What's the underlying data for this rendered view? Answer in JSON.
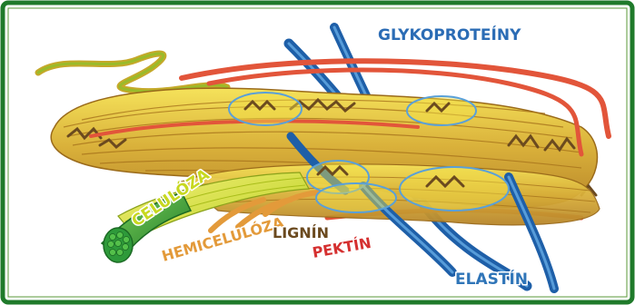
{
  "labels": {
    "glykoproteiny": "GLYKOPROTEÍNY",
    "celuloza": "CELULÓZA",
    "hemiceluloza": "HEMICELULÓZA",
    "lignin": "LIGNÍN",
    "pektin": "PEKTÍN",
    "elastin": "ELASTÍN"
  },
  "colors": {
    "frame": "#1f7a2a",
    "glykoproteiny": "#2b6cb5",
    "celuloza": "#c7d820",
    "hemiceluloza": "#e39a3a",
    "lignin": "#6b4a1f",
    "pektin": "#d53030",
    "elastin": "#2f75b8",
    "collagen": "#e0a83a",
    "elastin_fiber": "#2e7fc2",
    "red_fiber": "#e2553a",
    "cellulose_green": "#2e9a3a"
  },
  "icons": [
    "cross-link-ring"
  ]
}
